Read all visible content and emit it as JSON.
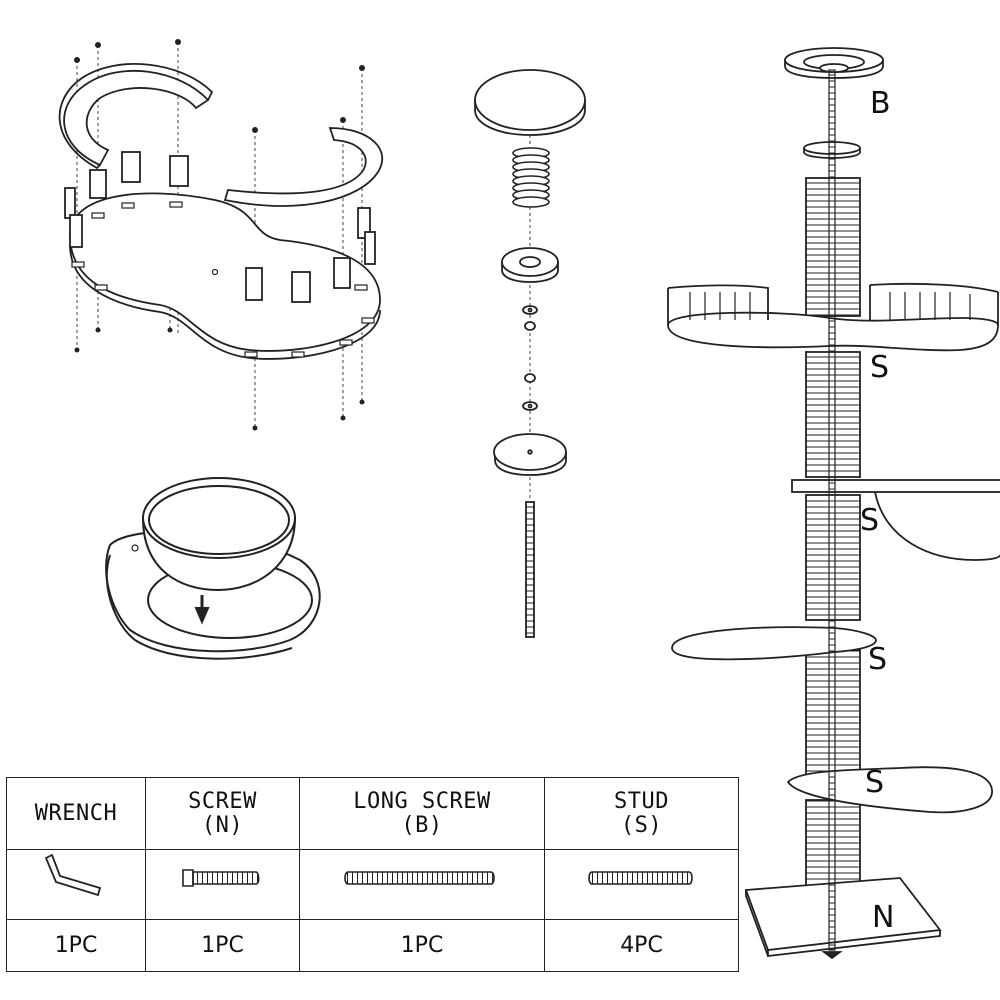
{
  "labels": {
    "top": "B",
    "stud_1": "S",
    "stud_2": "S",
    "stud_3": "S",
    "stud_4": "S",
    "base": "N"
  },
  "parts_table": {
    "columns": [
      {
        "name": "WRENCH",
        "sub": "",
        "qty": "1PC",
        "icon": "wrench-icon"
      },
      {
        "name": "SCREW",
        "sub": "(N)",
        "qty": "1PC",
        "icon": "screw-icon"
      },
      {
        "name": "LONG SCREW",
        "sub": "(B)",
        "qty": "1PC",
        "icon": "long-screw-icon"
      },
      {
        "name": "STUD",
        "sub": "(S)",
        "qty": "4PC",
        "icon": "stud-icon"
      }
    ]
  }
}
